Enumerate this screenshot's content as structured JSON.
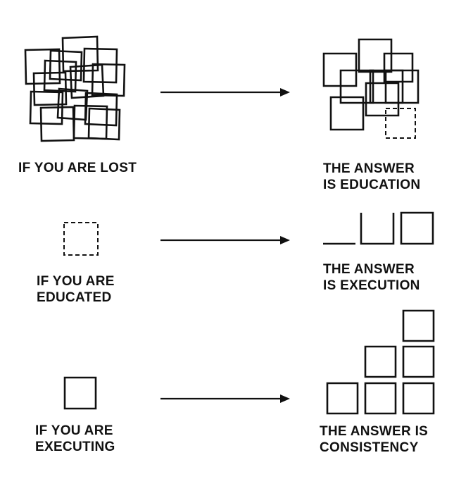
{
  "colors": {
    "ink": "#111111",
    "background": "#ffffff"
  },
  "rows": [
    {
      "condition": {
        "lines": [
          "IF YOU ARE LOST"
        ]
      },
      "answer": {
        "lines": [
          "THE ANSWER",
          "IS EDUCATION"
        ]
      }
    },
    {
      "condition": {
        "lines": [
          "IF YOU ARE",
          "EDUCATED"
        ]
      },
      "answer": {
        "lines": [
          "THE ANSWER",
          "IS EXECUTION"
        ]
      }
    },
    {
      "condition": {
        "lines": [
          "IF YOU ARE",
          "EXECUTING"
        ]
      },
      "answer": {
        "lines": [
          "THE ANSWER IS",
          "CONSISTENCY"
        ]
      }
    }
  ]
}
